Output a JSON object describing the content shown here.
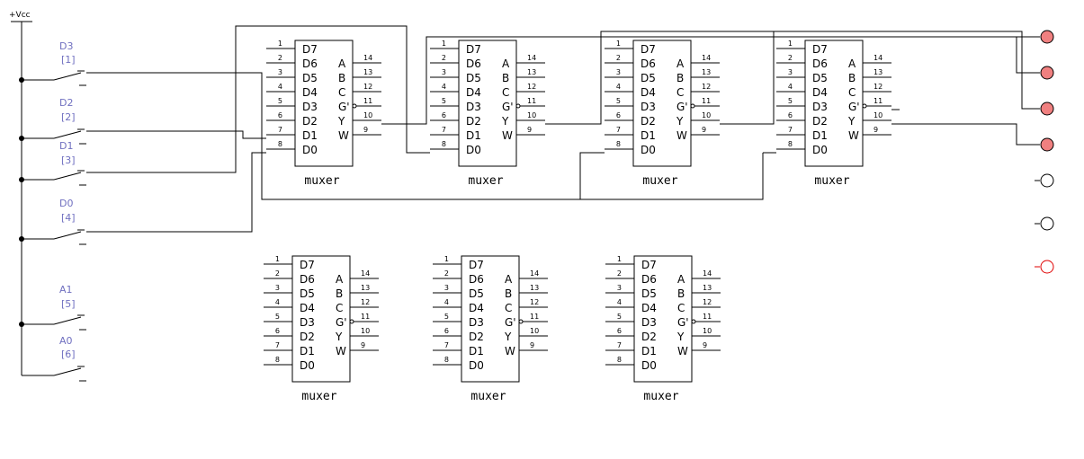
{
  "supply": {
    "label": "+Vcc"
  },
  "switches": [
    {
      "name": "D3",
      "key": "[1]"
    },
    {
      "name": "D2",
      "key": "[2]"
    },
    {
      "name": "D1",
      "key": "[3]"
    },
    {
      "name": "D0",
      "key": "[4]"
    },
    {
      "name": "A1",
      "key": "[5]"
    },
    {
      "name": "A0",
      "key": "[6]"
    }
  ],
  "chip": {
    "name": "muxer",
    "input_pins": [
      {
        "num": "1",
        "label": "D7"
      },
      {
        "num": "2",
        "label": "D6"
      },
      {
        "num": "3",
        "label": "D5"
      },
      {
        "num": "4",
        "label": "D4"
      },
      {
        "num": "5",
        "label": "D3"
      },
      {
        "num": "6",
        "label": "D2"
      },
      {
        "num": "7",
        "label": "D1"
      },
      {
        "num": "8",
        "label": "D0"
      }
    ],
    "output_pins": [
      {
        "num": "14",
        "label": "A"
      },
      {
        "num": "13",
        "label": "B"
      },
      {
        "num": "12",
        "label": "C"
      },
      {
        "num": "11",
        "label": "G'"
      },
      {
        "num": "10",
        "label": "Y"
      },
      {
        "num": "9",
        "label": "W"
      }
    ]
  },
  "chips": [
    {
      "id": "muxer-1"
    },
    {
      "id": "muxer-2"
    },
    {
      "id": "muxer-3"
    },
    {
      "id": "muxer-4"
    },
    {
      "id": "muxer-5"
    },
    {
      "id": "muxer-6"
    },
    {
      "id": "muxer-7"
    }
  ],
  "indicators": [
    {
      "state": "on",
      "color": "#f08080"
    },
    {
      "state": "on",
      "color": "#f08080"
    },
    {
      "state": "on",
      "color": "#f08080"
    },
    {
      "state": "on",
      "color": "#f08080"
    },
    {
      "state": "off",
      "color": "#000000"
    },
    {
      "state": "off",
      "color": "#000000"
    },
    {
      "state": "off",
      "color": "#e00000"
    }
  ]
}
